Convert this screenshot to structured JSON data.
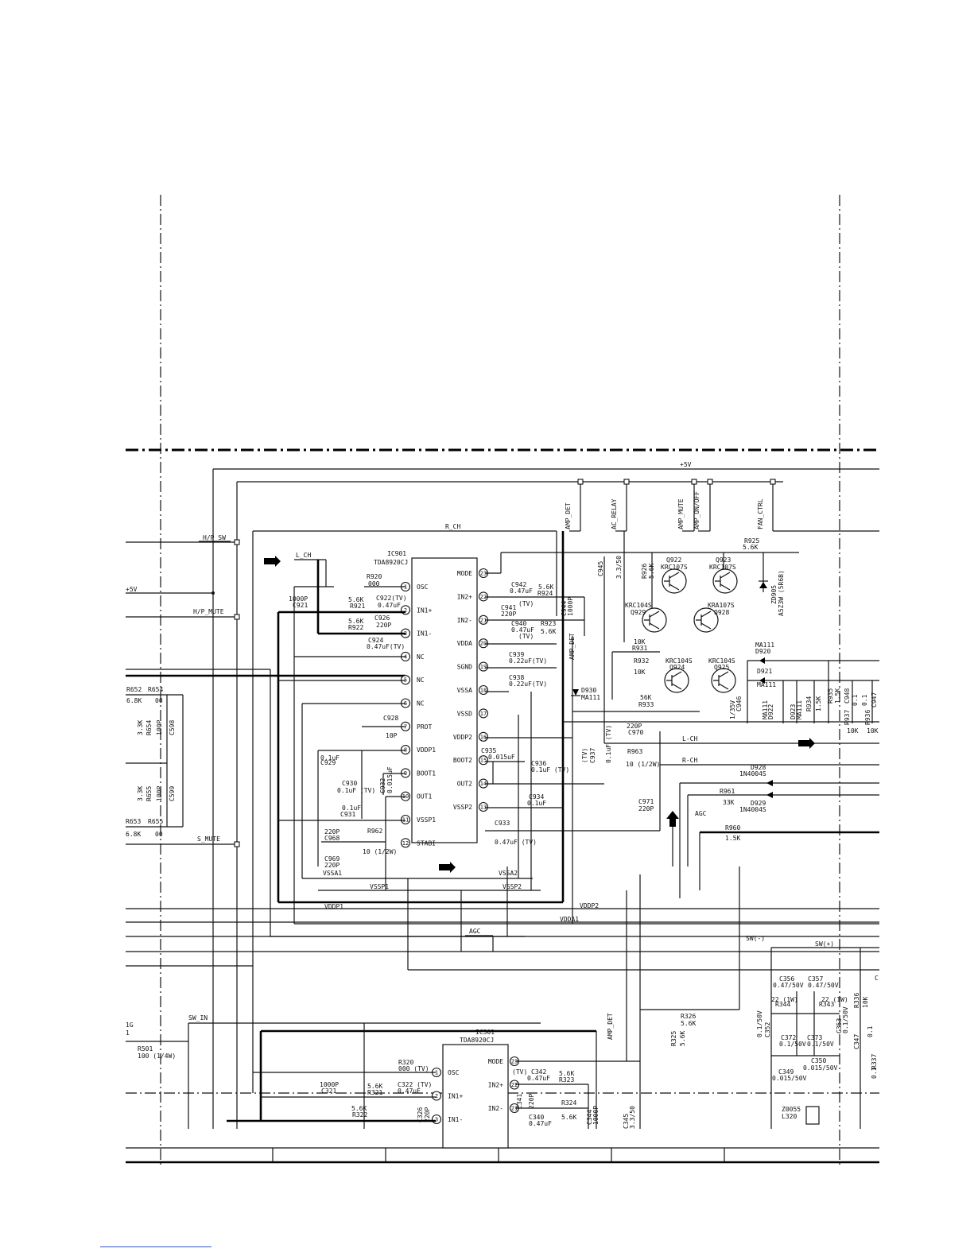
{
  "rail_label": "+5V",
  "left_rail_label": "+5V",
  "ic_main": {
    "ref": "IC901",
    "part": "TDA8920CJ",
    "left_pins": [
      {
        "num": "1",
        "name": "OSC"
      },
      {
        "num": "2",
        "name": "IN1+"
      },
      {
        "num": "3",
        "name": "IN1-"
      },
      {
        "num": "4",
        "name": "NC"
      },
      {
        "num": "5",
        "name": "NC"
      },
      {
        "num": "6",
        "name": "NC"
      },
      {
        "num": "7",
        "name": "PROT"
      },
      {
        "num": "8",
        "name": "VDDP1"
      },
      {
        "num": "9",
        "name": "BOOT1"
      },
      {
        "num": "10",
        "name": "OUT1"
      },
      {
        "num": "11",
        "name": "VSSP1"
      },
      {
        "num": "12",
        "name": "STABI"
      }
    ],
    "right_pins": [
      {
        "num": "23",
        "name": "MODE"
      },
      {
        "num": "22",
        "name": "IN2+"
      },
      {
        "num": "21",
        "name": "IN2-"
      },
      {
        "num": "20",
        "name": "VDDA"
      },
      {
        "num": "19",
        "name": "SGND"
      },
      {
        "num": "18",
        "name": "VSSA"
      },
      {
        "num": "17",
        "name": "VSSD"
      },
      {
        "num": "16",
        "name": "VDDP2"
      },
      {
        "num": "15",
        "name": "BOOT2"
      },
      {
        "num": "14",
        "name": "OUT2"
      },
      {
        "num": "13",
        "name": "VSSP2"
      }
    ]
  },
  "ic_sub": {
    "ref": "IC301",
    "part": "TDA8920CJ",
    "left_pins": [
      {
        "num": "1",
        "name": "OSC"
      },
      {
        "num": "2",
        "name": "IN1+"
      },
      {
        "num": "3",
        "name": "IN1-"
      }
    ],
    "right_pins": [
      {
        "num": "23",
        "name": "MODE"
      },
      {
        "num": "22",
        "name": "IN2+"
      },
      {
        "num": "21",
        "name": "IN2-"
      }
    ]
  },
  "connectors": [
    "AMP_DET",
    "AC_RELAY",
    "AMP_MUTE",
    "AMP_ON/OFF",
    "FAN_CTRL"
  ],
  "net_labels": {
    "hp_sw": "H/P_SW",
    "r_ch": "R_CH",
    "l_ch": "L_CH",
    "hp_mute": "H/P_MUTE",
    "s_mute": "S_MUTE",
    "amp_det": "AMP_DET",
    "amp_det2": "AMP_DET",
    "l_ch2": "L-CH",
    "r_ch2": "R-CH",
    "agc": "AGC",
    "agc2": "AGC",
    "vssa1": "VSSA1",
    "vssa2": "VSSA2",
    "vssp1": "VSSP1",
    "vssp2": "VSSP2",
    "vddp1": "VDDP1",
    "vddp2": "VDDP2",
    "vdda1": "VDDA1",
    "sw_minus": "SW(-)",
    "sw_plus": "SW(+)",
    "sw_in": "SW_IN"
  },
  "components": [
    {
      "id": "r920",
      "ref": "R920",
      "value": "000"
    },
    {
      "id": "c921",
      "ref": "C921",
      "value": "1000P"
    },
    {
      "id": "r921",
      "ref": "R921",
      "value": "5.6K"
    },
    {
      "id": "c922",
      "ref": "C922(TV)",
      "value": "0.47uF"
    },
    {
      "id": "c926",
      "ref": "C926",
      "value": "220P"
    },
    {
      "id": "r922",
      "ref": "R922",
      "value": "5.6K"
    },
    {
      "id": "c924",
      "ref": "C924",
      "value": "0.47uF(TV)"
    },
    {
      "id": "c942",
      "ref": "C942",
      "value": "0.47uF"
    },
    {
      "id": "r924",
      "ref": "R924",
      "value": "5.6K"
    },
    {
      "id": "c941",
      "ref": "C941",
      "value": "220P"
    },
    {
      "id": "c944",
      "ref": "C944",
      "value": "1000P"
    },
    {
      "id": "c940",
      "ref": "C940",
      "value": "0.47uF"
    },
    {
      "id": "r923",
      "ref": "R923",
      "value": "5.6K"
    },
    {
      "id": "c939",
      "ref": "C939",
      "value": "0.22uF(TV)"
    },
    {
      "id": "c938",
      "ref": "C938",
      "value": "0.22uF(TV)"
    },
    {
      "id": "c928",
      "ref": "C928",
      "value": "10P"
    },
    {
      "id": "c929",
      "ref": "C929",
      "value": "0.1uF"
    },
    {
      "id": "c930",
      "ref": "C930",
      "value": "0.1uF (TV)"
    },
    {
      "id": "c932",
      "ref": "C932",
      "value": "0.015uF"
    },
    {
      "id": "c935",
      "ref": "C935",
      "value": "0.015uF"
    },
    {
      "id": "c936",
      "ref": "C936",
      "value": "0.1uF (TV)"
    },
    {
      "id": "c931",
      "ref": "C931",
      "value": "0.1uF"
    },
    {
      "id": "c934",
      "ref": "C934",
      "value": "0.1uF"
    },
    {
      "id": "c933",
      "ref": "C933",
      "value": "0.47uF (TV)"
    },
    {
      "id": "c968",
      "ref": "C968",
      "value": "220P"
    },
    {
      "id": "r962",
      "ref": "R962",
      "value": "10 (1/2W)"
    },
    {
      "id": "c969",
      "ref": "C969",
      "value": "220P"
    },
    {
      "id": "c945",
      "ref": "C945",
      "value": "3.3/50"
    },
    {
      "id": "r926",
      "ref": "R926",
      "value": "5.6K"
    },
    {
      "id": "r925",
      "ref": "R925",
      "value": "5.6K"
    },
    {
      "id": "zd905",
      "ref": "ZD905",
      "value": "A5Z3W (5R6B)"
    },
    {
      "id": "q922",
      "ref": "Q922",
      "value": "KRC107S"
    },
    {
      "id": "q923",
      "ref": "Q923",
      "value": "KRC107S"
    },
    {
      "id": "q929",
      "ref": "Q929",
      "value": "KRC104S"
    },
    {
      "id": "q928",
      "ref": "Q928",
      "value": "KRA107S"
    },
    {
      "id": "q924",
      "ref": "Q924",
      "value": "KRC104S"
    },
    {
      "id": "q925",
      "ref": "Q925",
      "value": "KRC104S"
    },
    {
      "id": "r931",
      "ref": "R931",
      "value": "10K"
    },
    {
      "id": "r932",
      "ref": "R932",
      "value": "10K"
    },
    {
      "id": "r933",
      "ref": "R933",
      "value": "56K"
    },
    {
      "id": "d930",
      "ref": "D930",
      "value": "MA111"
    },
    {
      "id": "d920",
      "ref": "D920",
      "value": "MA111"
    },
    {
      "id": "d921",
      "ref": "D921",
      "value": "MA111"
    },
    {
      "id": "d922",
      "ref": "D922",
      "value": "MA111"
    },
    {
      "id": "d923",
      "ref": "D923",
      "value": "MA111"
    },
    {
      "id": "r934",
      "ref": "R934",
      "value": "1.5K"
    },
    {
      "id": "c946",
      "ref": "C946",
      "value": "1/35V"
    },
    {
      "id": "r935",
      "ref": "R935",
      "value": "1.5K"
    },
    {
      "id": "r937",
      "ref": "R937",
      "value": "10K"
    },
    {
      "id": "c948",
      "ref": "C948",
      "value": "0.1"
    },
    {
      "id": "r936",
      "ref": "R936",
      "value": "10K"
    },
    {
      "id": "c947",
      "ref": "C947",
      "value": "0.1"
    },
    {
      "id": "c970",
      "ref": "C970",
      "value": "220P"
    },
    {
      "id": "c937",
      "ref": "C937",
      "value": "0.1uF (TV)"
    },
    {
      "id": "r963",
      "ref": "R963",
      "value": "10 (1/2W)"
    },
    {
      "id": "c971",
      "ref": "C971",
      "value": "220P"
    },
    {
      "id": "d928",
      "ref": "D928",
      "value": "1N4004S"
    },
    {
      "id": "r961",
      "ref": "R961",
      "value": "33K"
    },
    {
      "id": "d929",
      "ref": "D929",
      "value": "1N4004S"
    },
    {
      "id": "r960",
      "ref": "R960",
      "value": "1.5K"
    },
    {
      "id": "r652",
      "ref": "R652",
      "value": "6.8K"
    },
    {
      "id": "r654a",
      "ref": "R654",
      "value": "00"
    },
    {
      "id": "r654",
      "ref": "R654",
      "value": "3.3K"
    },
    {
      "id": "c598",
      "ref": "C598",
      "value": "100P"
    },
    {
      "id": "r655",
      "ref": "R655",
      "value": "3.3K"
    },
    {
      "id": "c599",
      "ref": "C599",
      "value": "100P"
    },
    {
      "id": "r653",
      "ref": "R653",
      "value": "6.8K"
    },
    {
      "id": "r655a",
      "ref": "R655",
      "value": "00"
    },
    {
      "id": "r501",
      "ref": "R501",
      "value": "100 (1/4W)"
    },
    {
      "id": "c356",
      "ref": "C356",
      "value": "0.47/50V"
    },
    {
      "id": "c357",
      "ref": "C357",
      "value": "0.47/50V"
    },
    {
      "id": "r344",
      "ref": "R344",
      "value": "22 (1W)"
    },
    {
      "id": "r343",
      "ref": "R343",
      "value": "22 (1W)"
    },
    {
      "id": "c352",
      "ref": "C352",
      "value": "0.1/50V"
    },
    {
      "id": "c353",
      "ref": "C353",
      "value": "0.1/50V"
    },
    {
      "id": "c372",
      "ref": "C372",
      "value": "0.1/50V"
    },
    {
      "id": "c373",
      "ref": "C373",
      "value": "0.1/50V"
    },
    {
      "id": "c349",
      "ref": "C349",
      "value": "0.015/50V"
    },
    {
      "id": "c350",
      "ref": "C350",
      "value": "0.015/50V"
    },
    {
      "id": "r336",
      "ref": "R336",
      "value": "10K"
    },
    {
      "id": "c347",
      "ref": "C347",
      "value": "0.1"
    },
    {
      "id": "r337",
      "ref": "R337",
      "value": "0.1"
    },
    {
      "id": "r326",
      "ref": "R326",
      "value": "5.6K"
    },
    {
      "id": "r325",
      "ref": "R325",
      "value": "5.6K"
    },
    {
      "id": "r320",
      "ref": "R320",
      "value": "000 (TV)"
    },
    {
      "id": "c321",
      "ref": "C321",
      "value": "1000P"
    },
    {
      "id": "r321",
      "ref": "R321",
      "value": "5.6K"
    },
    {
      "id": "c322",
      "ref": "C322 (TV)",
      "value": "0.47uF"
    },
    {
      "id": "r322",
      "ref": "R322",
      "value": "5.6K"
    },
    {
      "id": "c326",
      "ref": "C326",
      "value": "220P"
    },
    {
      "id": "c342",
      "ref": "C342",
      "value": "0.47uF"
    },
    {
      "id": "r323",
      "ref": "R323",
      "value": "5.6K"
    },
    {
      "id": "c341",
      "ref": "C341",
      "value": "220P"
    },
    {
      "id": "c344",
      "ref": "C344",
      "value": "1000P"
    },
    {
      "id": "r324",
      "ref": "R324",
      "value": "5.6K"
    },
    {
      "id": "c340",
      "ref": "C340",
      "value": "0.47uF"
    },
    {
      "id": "c345",
      "ref": "C345",
      "value": "3.3/50"
    },
    {
      "id": "zd2055",
      "ref": "Z0055",
      "value": "L320"
    }
  ],
  "extra_text": {
    "tv1": "(TV)",
    "tv2": "(TV)",
    "tv3": "(TV)",
    "tv4": "(TV)",
    "sub_g": "1G",
    "sub_1": "1",
    "letter_c": "C"
  }
}
